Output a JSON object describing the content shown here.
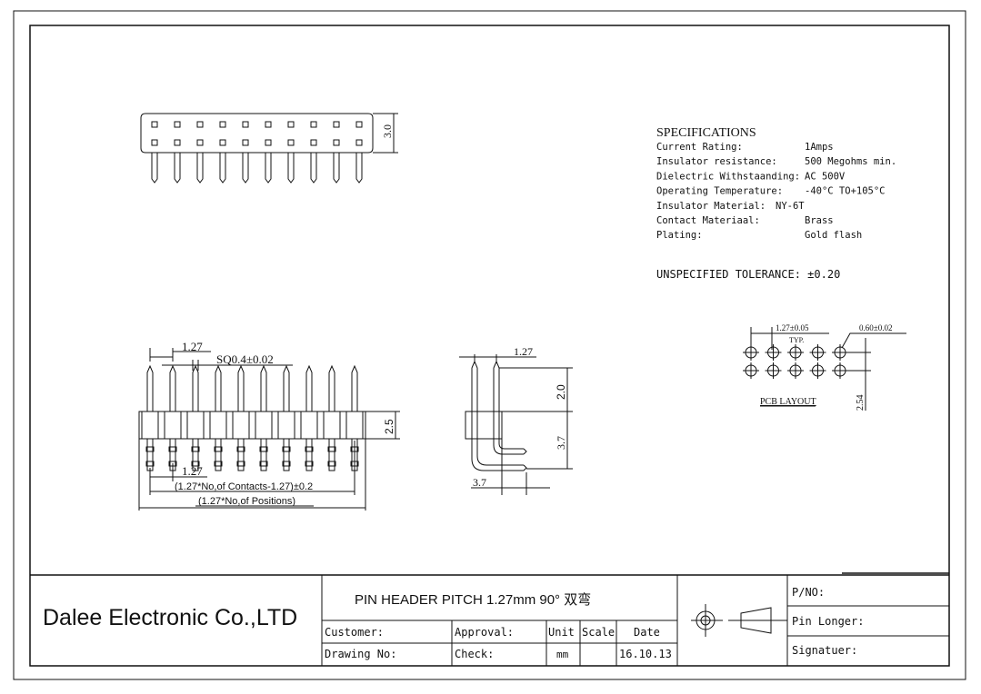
{
  "specs": {
    "title": "SPECIFICATIONS",
    "rows": [
      {
        "label": "Current Rating:",
        "value": "1Amps"
      },
      {
        "label": "Insulator resistance:",
        "value": "500 Megohms min."
      },
      {
        "label": "Dielectric Withstaanding:",
        "value": "AC 500V"
      },
      {
        "label": "Operating Temperature:",
        "value": "-40°C TO+105°C"
      },
      {
        "label": "Insulator Material:",
        "value": "NY-6T"
      },
      {
        "label": "Contact Materiaal:",
        "value": "Brass"
      },
      {
        "label": "Plating:",
        "value": "Gold flash"
      }
    ],
    "tolerance": "UNSPECIFIED TOLERANCE: ±0.20"
  },
  "top_view": {
    "height_dim": "3.0",
    "pin_count": 10
  },
  "front_view": {
    "pitch": "1.27",
    "pin_size": "SQ0.4±0.02",
    "housing_height": "2.5",
    "pitch_bottom": "1.27",
    "contacts_formula": "(1.27*No,of Contacts-1.27)±0.2",
    "positions_formula": "(1.27*No,of Positions)"
  },
  "side_view": {
    "pitch": "1.27",
    "dim_upper": "2.0",
    "dim_lower": "3.7",
    "dim_horizontal": "3.7"
  },
  "pcb_layout": {
    "pitch": "1.27±0.05",
    "typ": "TYP.",
    "hole": "0.60±0.02",
    "row_spacing": "2.54",
    "title": "PCB LAYOUT"
  },
  "title_block": {
    "company": "Dalee Electronic Co.,LTD",
    "title": "PIN HEADER PITCH 1.27mm  90°  双弯",
    "customer": "Customer:",
    "approval": "Approval:",
    "unit_label": "Unit",
    "scale_label": "Scale",
    "date_label": "Date",
    "drawing_no": "Drawing No:",
    "check": "Check:",
    "unit": "mm",
    "date": "16.10.13",
    "pno": "P/NO:",
    "pin_longer": "Pin Longer:",
    "signature": "Signatuer:"
  }
}
